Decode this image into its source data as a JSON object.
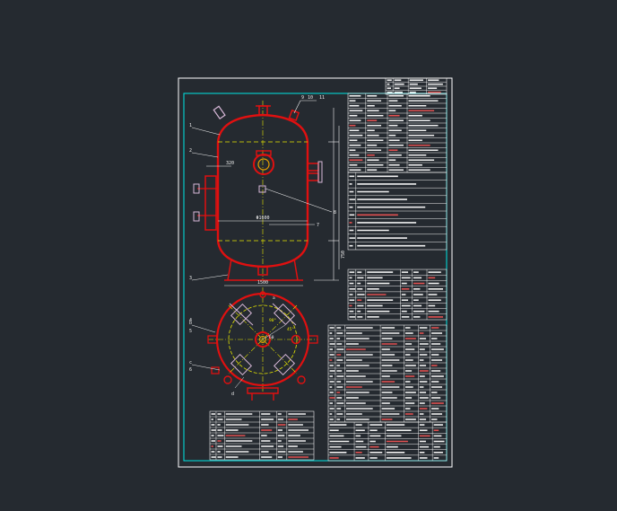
{
  "viewer": {
    "background": "#252a30"
  },
  "colors": {
    "sheet_border": "#ffffff",
    "drawing_frame": "#00e5e5",
    "vessel": "#e01010",
    "centerline": "#e8e800",
    "dimension": "#f0f0f0",
    "nozzle_support": "#d8b8d8",
    "table_text": "#f0f0f0",
    "table_text_alt": "#e05050"
  },
  "labels": {
    "leader_1": "1",
    "leader_2": "2",
    "leader_3": "3",
    "leader_4": "4",
    "leader_5": "5",
    "leader_6": "6",
    "leader_7": "7",
    "leader_8": "8",
    "leader_9": "9",
    "leader_10": "10",
    "leader_11": "11",
    "dim_width": "Φ1600",
    "dim_bottom": "1500",
    "dim_side": "750",
    "dim_nozzle": "320",
    "plan_top": "a",
    "plan_left": "b",
    "plan_right": "c",
    "plan_bottom": "d",
    "plan_center": "60",
    "angle_1": "90°",
    "angle_2": "45°"
  },
  "icons": {
    "vessel_elevation": "pressure-vessel-elevation-icon",
    "vessel_plan": "pressure-vessel-plan-icon"
  }
}
